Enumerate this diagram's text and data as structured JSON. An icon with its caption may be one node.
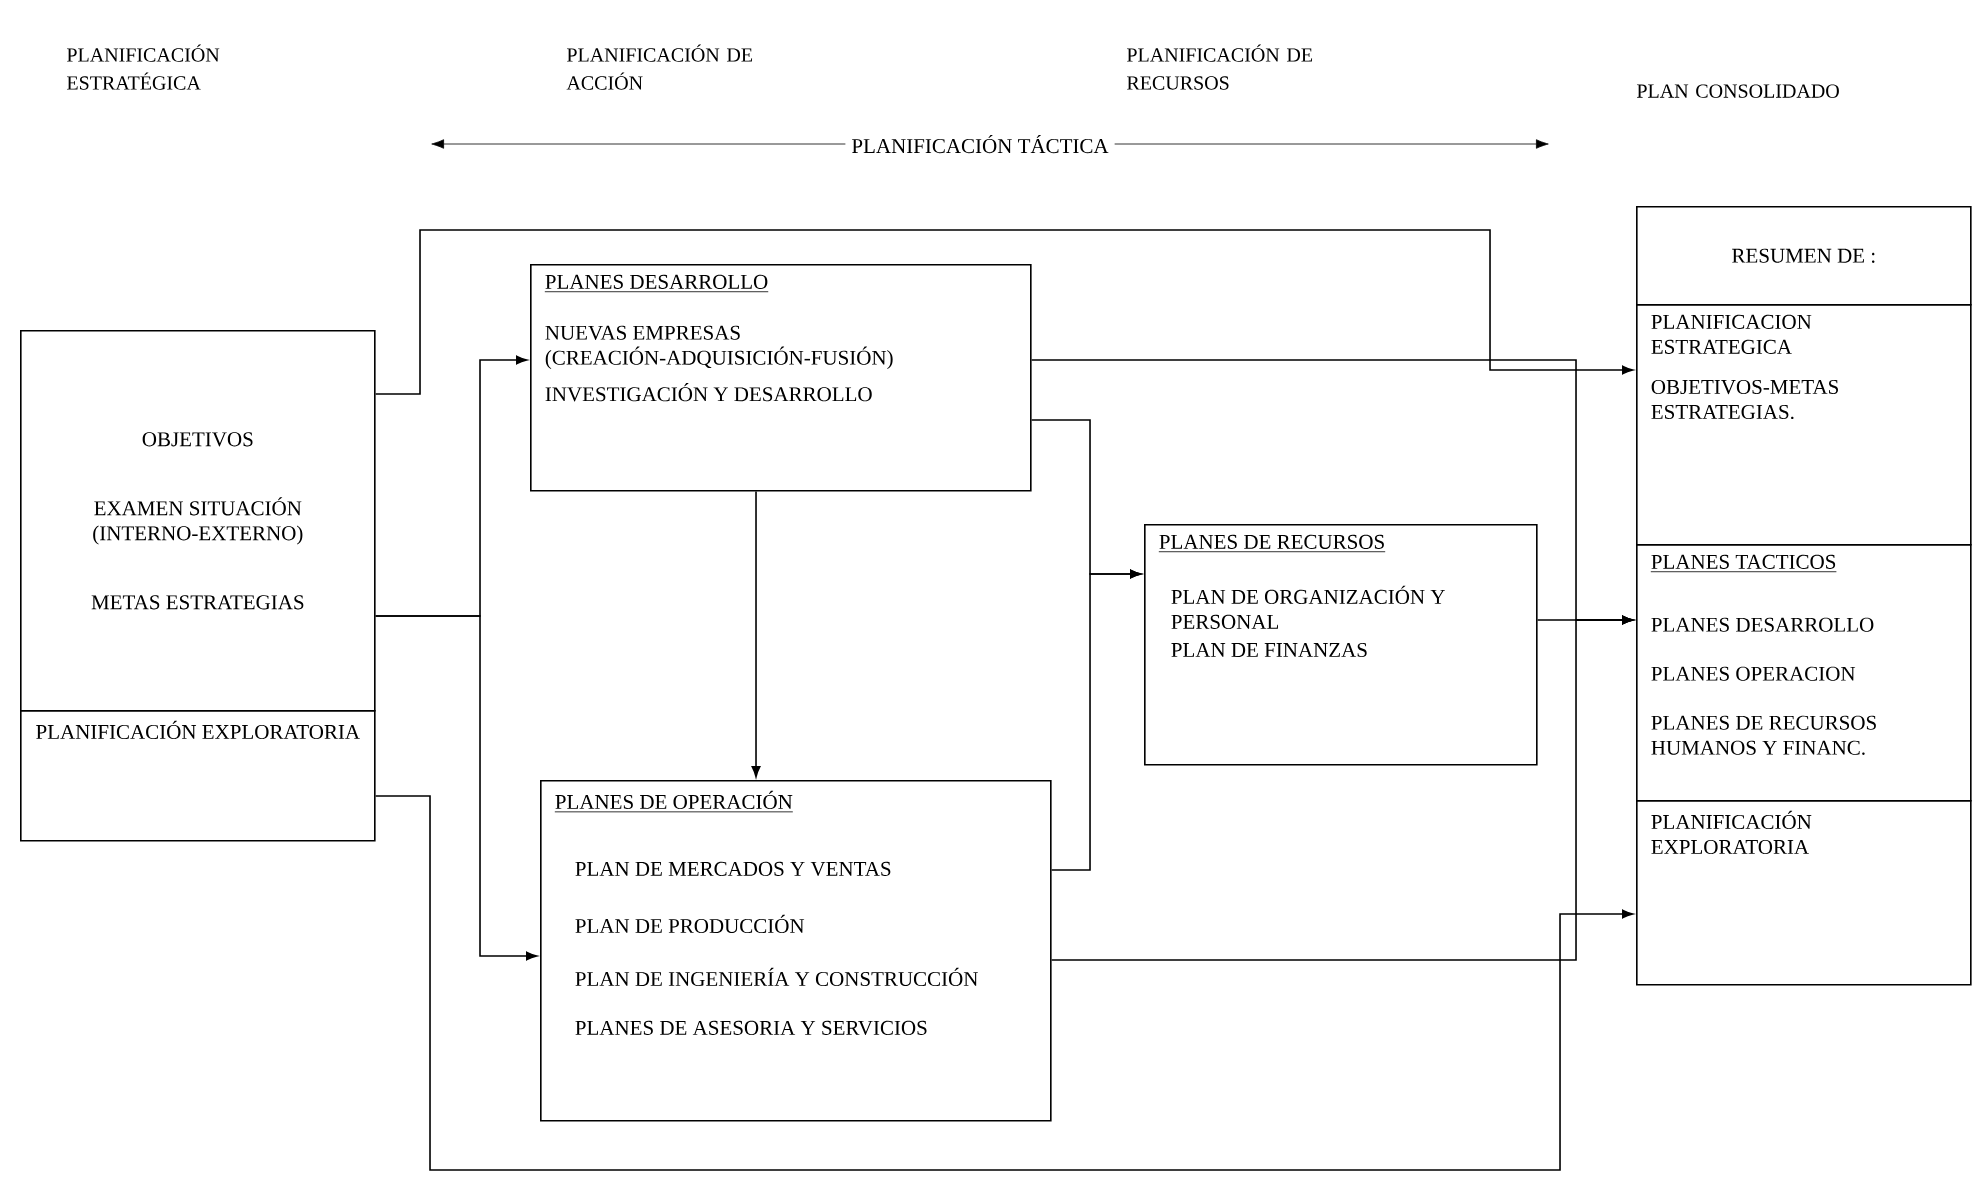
{
  "diagram": {
    "nodes": [
      {
        "text": [
          "OBJETIVOS",
          "EXAMEN SITUACIÓN (INTERNO-EXTERNO)",
          "METAS ESTRATEGIAS"
        ]
      },
      {
        "text": [
          "PLANIFICACIÓN EXPLORATORIA"
        ]
      },
      {
        "text": [
          "PLANES DESARROLLO",
          "NUEVAS EMPRESAS (CREACIÓN-ADQUISICIÓN-FUSIÓN)",
          "INVESTIGACIÓN Y DESARROLLO"
        ]
      },
      {
        "text": [
          "PLANES DE OPERACIÓN",
          "PLAN DE MERCADOS Y VENTAS",
          "PLAN DE PRODUCCIÓN",
          "PLAN DE INGENIERÍA Y CONSTRUCCIÓN",
          "PLANES DE ASESORIA Y SERVICIOS"
        ]
      },
      {
        "text": [
          "PLANES DE RECURSOS",
          "PLAN DE ORGANIZACIÓN Y PERSONAL",
          "PLAN DE FINANZAS"
        ]
      },
      {
        "text": [
          "RESUMEN DE :"
        ]
      },
      {
        "text": [
          "PLANIFICACION ESTRATEGICA",
          "OBJETIVOS-METAS ESTRATEGIAS."
        ]
      },
      {
        "text": [
          "PLANES TACTICOS",
          "PLANES DESARROLLO",
          "PLANES OPERACION",
          "PLANES DE RECURSOS HUMANOS Y FINANC."
        ]
      },
      {
        "text": [
          "PLANIFICACIÓN EXPLORATORIA"
        ]
      }
    ],
    "edges": [
      {
        "from": 0,
        "to": 6,
        "arrow": "to"
      },
      {
        "from": 0,
        "to": 2,
        "arrow": "to"
      },
      {
        "from": 0,
        "to": 3,
        "arrow": "to"
      },
      {
        "from": 2,
        "to": 3,
        "arrow": "to"
      },
      {
        "from": 2,
        "to": 4,
        "arrow": "to"
      },
      {
        "from": 3,
        "to": 4,
        "arrow": "to"
      },
      {
        "from": 2,
        "to": 7,
        "arrow": "to"
      },
      {
        "from": 3,
        "to": 7,
        "arrow": "to"
      },
      {
        "from": 4,
        "to": 7,
        "arrow": "to"
      },
      {
        "from": 1,
        "to": 8,
        "arrow": "to"
      }
    ],
    "labels": [
      "PLANIFICACIÓN ESTRATÉGICA",
      "PLANIFICACIÓN DE ACCIÓN",
      "PLANIFICACIÓN DE RECURSOS",
      "PLAN CONSOLIDADO",
      "PLANIFICACIÓN TÁCTICA"
    ]
  }
}
